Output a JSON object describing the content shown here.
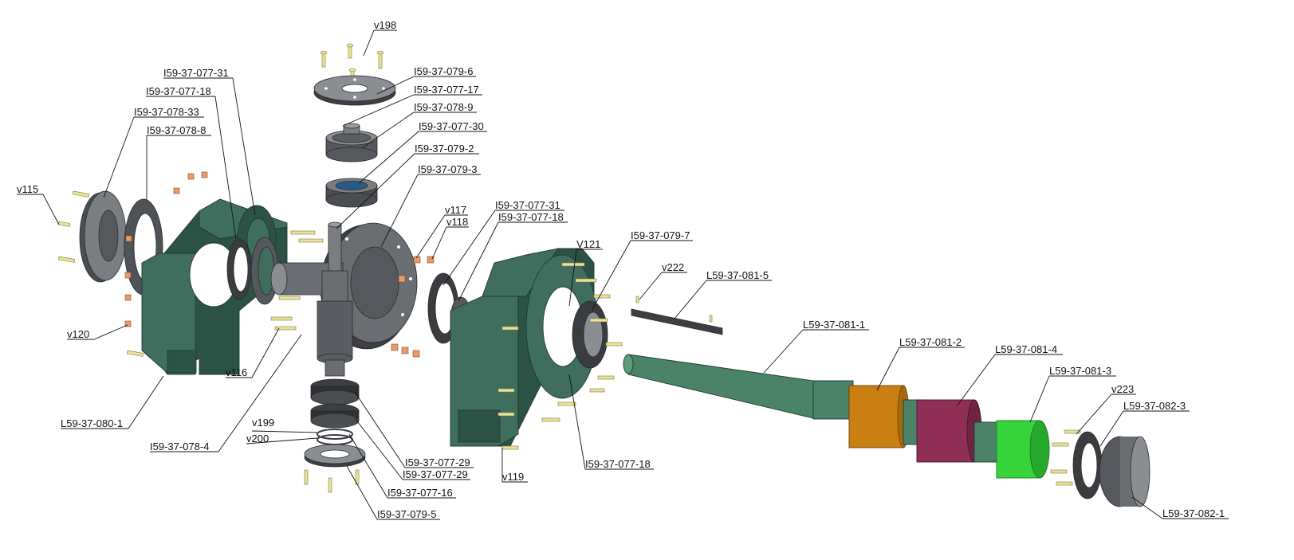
{
  "drawing": {
    "colors": {
      "housing_green": "#3f6e5e",
      "housing_green_dark": "#2c5246",
      "shaft_green": "#4a8368",
      "steel_gray": "#6a6d72",
      "steel_dark": "#3c3e42",
      "bronze_nut": "#c97f12",
      "magenta_part": "#8f2f55",
      "bright_green": "#36d43a",
      "bolt_yellow": "#e9e29a",
      "nut_orange": "#e89a6a",
      "bearing_blue": "#2a5a8a"
    },
    "labels": [
      {
        "id": "v198",
        "text": "v198"
      },
      {
        "id": "l079-6",
        "text": "I59-37-079-6"
      },
      {
        "id": "l077-17",
        "text": "I59-37-077-17"
      },
      {
        "id": "l078-9",
        "text": "I59-37-078-9"
      },
      {
        "id": "l077-30",
        "text": "I59-37-077-30"
      },
      {
        "id": "l079-2",
        "text": "I59-37-079-2"
      },
      {
        "id": "l079-3",
        "text": "I59-37-079-3"
      },
      {
        "id": "l077-31a",
        "text": "I59-37-077-31"
      },
      {
        "id": "l077-18a",
        "text": "I59-37-077-18"
      },
      {
        "id": "l078-33",
        "text": "I59-37-078-33"
      },
      {
        "id": "l078-8",
        "text": "I59-37-078-8"
      },
      {
        "id": "v115",
        "text": "v115"
      },
      {
        "id": "v120",
        "text": "v120"
      },
      {
        "id": "v116",
        "text": "v116"
      },
      {
        "id": "l080-1",
        "text": "L59-37-080-1"
      },
      {
        "id": "l078-4",
        "text": "I59-37-078-4"
      },
      {
        "id": "v199",
        "text": "v199"
      },
      {
        "id": "v200",
        "text": "v200"
      },
      {
        "id": "l077-29a",
        "text": "I59-37-077-29"
      },
      {
        "id": "l077-29b",
        "text": "I59-37-077-29"
      },
      {
        "id": "l077-16",
        "text": "I59-37-077-16"
      },
      {
        "id": "l079-5",
        "text": "I59-37-079-5"
      },
      {
        "id": "v117",
        "text": "v117"
      },
      {
        "id": "v118",
        "text": "v118"
      },
      {
        "id": "l077-31b",
        "text": "I59-37-077-31"
      },
      {
        "id": "l077-18b",
        "text": "I59-37-077-18"
      },
      {
        "id": "v121",
        "text": "V121"
      },
      {
        "id": "l079-7",
        "text": "I59-37-079-7"
      },
      {
        "id": "v222",
        "text": "v222"
      },
      {
        "id": "l081-5",
        "text": "L59-37-081-5"
      },
      {
        "id": "l081-1",
        "text": "L59-37-081-1"
      },
      {
        "id": "l081-2",
        "text": "L59-37-081-2"
      },
      {
        "id": "l081-4",
        "text": "L59-37-081-4"
      },
      {
        "id": "l081-3",
        "text": "L59-37-081-3"
      },
      {
        "id": "v223",
        "text": "v223"
      },
      {
        "id": "l082-3",
        "text": "L59-37-082-3"
      },
      {
        "id": "l082-1",
        "text": "L59-37-082-1"
      },
      {
        "id": "v119",
        "text": "v119"
      },
      {
        "id": "l077-18c",
        "text": "I59-37-077-18"
      }
    ]
  }
}
